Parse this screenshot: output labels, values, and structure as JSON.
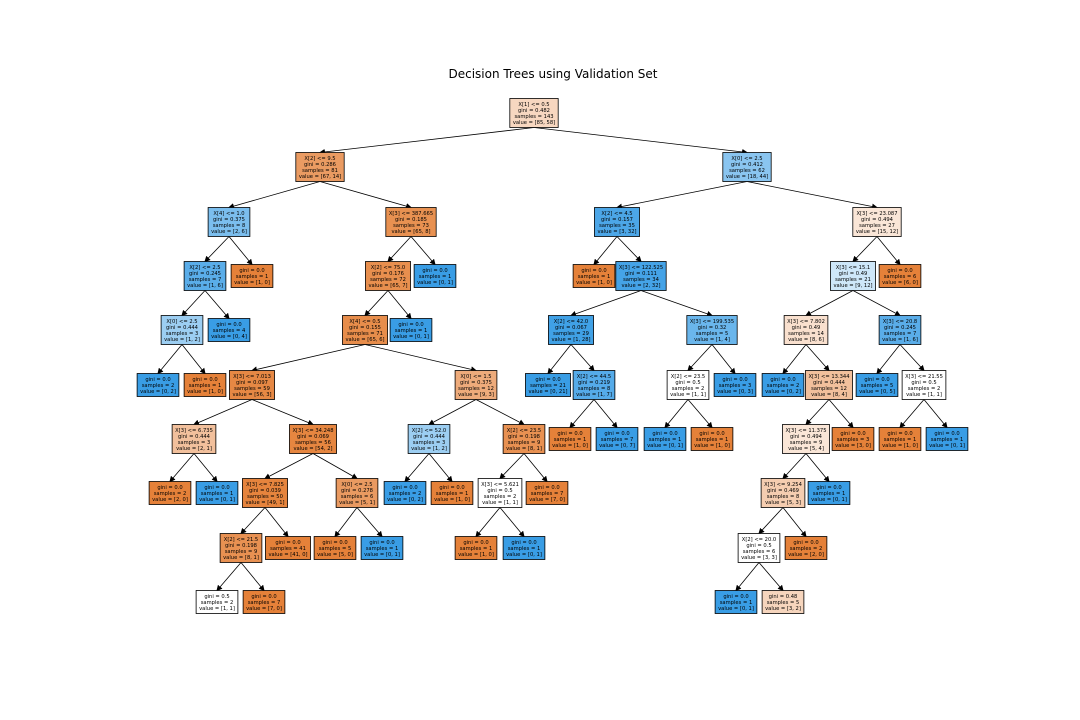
{
  "title": "Decision Trees using Validation Set",
  "colors": {
    "class0": "#e58139",
    "class1": "#399de5",
    "edge": "#000000",
    "node_border": "#000000"
  },
  "tree": {
    "nodes": [
      {
        "id": 0,
        "lines": [
          "X[1] <= 0.5",
          "gini = 0.482",
          "samples = 143",
          "value = [85, 58]"
        ],
        "value": [
          85,
          58
        ]
      },
      {
        "id": 1,
        "lines": [
          "X[2] <= 9.5",
          "gini = 0.286",
          "samples = 81",
          "value = [67, 14]"
        ],
        "value": [
          67,
          14
        ]
      },
      {
        "id": 2,
        "lines": [
          "X[4] <= 1.0",
          "gini = 0.375",
          "samples = 8",
          "value = [2, 6]"
        ],
        "value": [
          2,
          6
        ]
      },
      {
        "id": 3,
        "lines": [
          "X[2] <= 2.5",
          "gini = 0.245",
          "samples = 7",
          "value = [1, 6]"
        ],
        "value": [
          1,
          6
        ]
      },
      {
        "id": 4,
        "lines": [
          "X[0] <= 2.5",
          "gini = 0.444",
          "samples = 3",
          "value = [1, 2]"
        ],
        "value": [
          1,
          2
        ]
      },
      {
        "id": 5,
        "lines": [
          "gini = 0.0",
          "samples = 2",
          "value = [0, 2]"
        ],
        "value": [
          0,
          2
        ]
      },
      {
        "id": 6,
        "lines": [
          "gini = 0.0",
          "samples = 1",
          "value = [1, 0]"
        ],
        "value": [
          1,
          0
        ]
      },
      {
        "id": 7,
        "lines": [
          "gini = 0.0",
          "samples = 4",
          "value = [0, 4]"
        ],
        "value": [
          0,
          4
        ]
      },
      {
        "id": 8,
        "lines": [
          "gini = 0.0",
          "samples = 1",
          "value = [1, 0]"
        ],
        "value": [
          1,
          0
        ]
      },
      {
        "id": 9,
        "lines": [
          "X[3] <= 387.665",
          "gini = 0.185",
          "samples = 73",
          "value = [65, 8]"
        ],
        "value": [
          65,
          8
        ]
      },
      {
        "id": 10,
        "lines": [
          "X[2] <= 75.0",
          "gini = 0.176",
          "samples = 72",
          "value = [65, 7]"
        ],
        "value": [
          65,
          7
        ]
      },
      {
        "id": 11,
        "lines": [
          "X[4] <= 0.5",
          "gini = 0.155",
          "samples = 71",
          "value = [65, 6]"
        ],
        "value": [
          65,
          6
        ]
      },
      {
        "id": 12,
        "lines": [
          "X[3] <= 7.013",
          "gini = 0.097",
          "samples = 59",
          "value = [56, 3]"
        ],
        "value": [
          56,
          3
        ]
      },
      {
        "id": 13,
        "lines": [
          "X[3] <= 6.735",
          "gini = 0.444",
          "samples = 3",
          "value = [2, 1]"
        ],
        "value": [
          2,
          1
        ]
      },
      {
        "id": 14,
        "lines": [
          "gini = 0.0",
          "samples = 2",
          "value = [2, 0]"
        ],
        "value": [
          2,
          0
        ]
      },
      {
        "id": 15,
        "lines": [
          "gini = 0.0",
          "samples = 1",
          "value = [0, 1]"
        ],
        "value": [
          0,
          1
        ]
      },
      {
        "id": 16,
        "lines": [
          "X[3] <= 34.248",
          "gini = 0.069",
          "samples = 56",
          "value = [54, 2]"
        ],
        "value": [
          54,
          2
        ]
      },
      {
        "id": 17,
        "lines": [
          "X[3] <= 7.825",
          "gini = 0.039",
          "samples = 50",
          "value = [49, 1]"
        ],
        "value": [
          49,
          1
        ]
      },
      {
        "id": 18,
        "lines": [
          "X[2] <= 21.5",
          "gini = 0.198",
          "samples = 9",
          "value = [8, 1]"
        ],
        "value": [
          8,
          1
        ]
      },
      {
        "id": 19,
        "lines": [
          "gini = 0.5",
          "samples = 2",
          "value = [1, 1]"
        ],
        "value": [
          1,
          1
        ]
      },
      {
        "id": 20,
        "lines": [
          "gini = 0.0",
          "samples = 7",
          "value = [7, 0]"
        ],
        "value": [
          7,
          0
        ]
      },
      {
        "id": 21,
        "lines": [
          "gini = 0.0",
          "samples = 41",
          "value = [41, 0]"
        ],
        "value": [
          41,
          0
        ]
      },
      {
        "id": 22,
        "lines": [
          "X[0] <= 2.5",
          "gini = 0.278",
          "samples = 6",
          "value = [5, 1]"
        ],
        "value": [
          5,
          1
        ]
      },
      {
        "id": 23,
        "lines": [
          "gini = 0.0",
          "samples = 5",
          "value = [5, 0]"
        ],
        "value": [
          5,
          0
        ]
      },
      {
        "id": 24,
        "lines": [
          "gini = 0.0",
          "samples = 1",
          "value = [0, 1]"
        ],
        "value": [
          0,
          1
        ]
      },
      {
        "id": 25,
        "lines": [
          "X[0] <= 1.5",
          "gini = 0.375",
          "samples = 12",
          "value = [9, 3]"
        ],
        "value": [
          9,
          3
        ]
      },
      {
        "id": 26,
        "lines": [
          "X[2] <= 52.0",
          "gini = 0.444",
          "samples = 3",
          "value = [1, 2]"
        ],
        "value": [
          1,
          2
        ]
      },
      {
        "id": 27,
        "lines": [
          "gini = 0.0",
          "samples = 2",
          "value = [0, 2]"
        ],
        "value": [
          0,
          2
        ]
      },
      {
        "id": 28,
        "lines": [
          "gini = 0.0",
          "samples = 1",
          "value = [1, 0]"
        ],
        "value": [
          1,
          0
        ]
      },
      {
        "id": 29,
        "lines": [
          "X[2] <= 23.5",
          "gini = 0.198",
          "samples = 9",
          "value = [8, 1]"
        ],
        "value": [
          8,
          1
        ]
      },
      {
        "id": 30,
        "lines": [
          "X[3] <= 5.621",
          "gini = 0.5",
          "samples = 2",
          "value = [1, 1]"
        ],
        "value": [
          1,
          1
        ]
      },
      {
        "id": 31,
        "lines": [
          "gini = 0.0",
          "samples = 1",
          "value = [1, 0]"
        ],
        "value": [
          1,
          0
        ]
      },
      {
        "id": 32,
        "lines": [
          "gini = 0.0",
          "samples = 1",
          "value = [0, 1]"
        ],
        "value": [
          0,
          1
        ]
      },
      {
        "id": 33,
        "lines": [
          "gini = 0.0",
          "samples = 7",
          "value = [7, 0]"
        ],
        "value": [
          7,
          0
        ]
      },
      {
        "id": 34,
        "lines": [
          "gini = 0.0",
          "samples = 1",
          "value = [0, 1]"
        ],
        "value": [
          0,
          1
        ]
      },
      {
        "id": 35,
        "lines": [
          "gini = 0.0",
          "samples = 1",
          "value = [0, 1]"
        ],
        "value": [
          0,
          1
        ]
      },
      {
        "id": 36,
        "lines": [
          "X[0] <= 2.5",
          "gini = 0.412",
          "samples = 62",
          "value = [18, 44]"
        ],
        "value": [
          18,
          44
        ]
      },
      {
        "id": 37,
        "lines": [
          "X[2] <= 4.5",
          "gini = 0.157",
          "samples = 35",
          "value = [3, 32]"
        ],
        "value": [
          3,
          32
        ]
      },
      {
        "id": 38,
        "lines": [
          "gini = 0.0",
          "samples = 1",
          "value = [1, 0]"
        ],
        "value": [
          1,
          0
        ]
      },
      {
        "id": 39,
        "lines": [
          "X[3] <= 122.525",
          "gini = 0.111",
          "samples = 34",
          "value = [2, 32]"
        ],
        "value": [
          2,
          32
        ]
      },
      {
        "id": 40,
        "lines": [
          "X[2] <= 42.0",
          "gini = 0.067",
          "samples = 29",
          "value = [1, 28]"
        ],
        "value": [
          1,
          28
        ]
      },
      {
        "id": 41,
        "lines": [
          "gini = 0.0",
          "samples = 21",
          "value = [0, 21]"
        ],
        "value": [
          0,
          21
        ]
      },
      {
        "id": 42,
        "lines": [
          "X[2] <= 44.5",
          "gini = 0.219",
          "samples = 8",
          "value = [1, 7]"
        ],
        "value": [
          1,
          7
        ]
      },
      {
        "id": 43,
        "lines": [
          "gini = 0.0",
          "samples = 1",
          "value = [1, 0]"
        ],
        "value": [
          1,
          0
        ]
      },
      {
        "id": 44,
        "lines": [
          "gini = 0.0",
          "samples = 7",
          "value = [0, 7]"
        ],
        "value": [
          0,
          7
        ]
      },
      {
        "id": 45,
        "lines": [
          "X[3] <= 199.535",
          "gini = 0.32",
          "samples = 5",
          "value = [1, 4]"
        ],
        "value": [
          1,
          4
        ]
      },
      {
        "id": 46,
        "lines": [
          "X[2] <= 23.5",
          "gini = 0.5",
          "samples = 2",
          "value = [1, 1]"
        ],
        "value": [
          1,
          1
        ]
      },
      {
        "id": 47,
        "lines": [
          "gini = 0.0",
          "samples = 1",
          "value = [0, 1]"
        ],
        "value": [
          0,
          1
        ]
      },
      {
        "id": 48,
        "lines": [
          "gini = 0.0",
          "samples = 1",
          "value = [1, 0]"
        ],
        "value": [
          1,
          0
        ]
      },
      {
        "id": 49,
        "lines": [
          "gini = 0.0",
          "samples = 3",
          "value = [0, 3]"
        ],
        "value": [
          0,
          3
        ]
      },
      {
        "id": 50,
        "lines": [
          "X[3] <= 23.087",
          "gini = 0.494",
          "samples = 27",
          "value = [15, 12]"
        ],
        "value": [
          15,
          12
        ]
      },
      {
        "id": 51,
        "lines": [
          "X[3] <= 15.1",
          "gini = 0.49",
          "samples = 21",
          "value = [9, 12]"
        ],
        "value": [
          9,
          12
        ]
      },
      {
        "id": 52,
        "lines": [
          "X[3] <= 7.802",
          "gini = 0.49",
          "samples = 14",
          "value = [8, 6]"
        ],
        "value": [
          8,
          6
        ]
      },
      {
        "id": 53,
        "lines": [
          "gini = 0.0",
          "samples = 2",
          "value = [0, 2]"
        ],
        "value": [
          0,
          2
        ]
      },
      {
        "id": 54,
        "lines": [
          "X[3] <= 13.344",
          "gini = 0.444",
          "samples = 12",
          "value = [8, 4]"
        ],
        "value": [
          8,
          4
        ]
      },
      {
        "id": 55,
        "lines": [
          "X[3] <= 11.375",
          "gini = 0.494",
          "samples = 9",
          "value = [5, 4]"
        ],
        "value": [
          5,
          4
        ]
      },
      {
        "id": 56,
        "lines": [
          "X[3] <= 9.254",
          "gini = 0.469",
          "samples = 8",
          "value = [5, 3]"
        ],
        "value": [
          5,
          3
        ]
      },
      {
        "id": 57,
        "lines": [
          "X[2] <= 20.0",
          "gini = 0.5",
          "samples = 6",
          "value = [3, 3]"
        ],
        "value": [
          3,
          3
        ]
      },
      {
        "id": 58,
        "lines": [
          "gini = 0.0",
          "samples = 1",
          "value = [0, 1]"
        ],
        "value": [
          0,
          1
        ]
      },
      {
        "id": 59,
        "lines": [
          "gini = 0.48",
          "samples = 5",
          "value = [3, 2]"
        ],
        "value": [
          3,
          2
        ]
      },
      {
        "id": 60,
        "lines": [
          "gini = 0.0",
          "samples = 2",
          "value = [2, 0]"
        ],
        "value": [
          2,
          0
        ]
      },
      {
        "id": 61,
        "lines": [
          "gini = 0.0",
          "samples = 1",
          "value = [0, 1]"
        ],
        "value": [
          0,
          1
        ]
      },
      {
        "id": 62,
        "lines": [
          "gini = 0.0",
          "samples = 3",
          "value = [3, 0]"
        ],
        "value": [
          3,
          0
        ]
      },
      {
        "id": 63,
        "lines": [
          "X[3] <= 20.8",
          "gini = 0.245",
          "samples = 7",
          "value = [1, 6]"
        ],
        "value": [
          1,
          6
        ]
      },
      {
        "id": 64,
        "lines": [
          "gini = 0.0",
          "samples = 5",
          "value = [0, 5]"
        ],
        "value": [
          0,
          5
        ]
      },
      {
        "id": 65,
        "lines": [
          "X[3] <= 21.55",
          "gini = 0.5",
          "samples = 2",
          "value = [1, 1]"
        ],
        "value": [
          1,
          1
        ]
      },
      {
        "id": 66,
        "lines": [
          "gini = 0.0",
          "samples = 1",
          "value = [1, 0]"
        ],
        "value": [
          1,
          0
        ]
      },
      {
        "id": 67,
        "lines": [
          "gini = 0.0",
          "samples = 1",
          "value = [0, 1]"
        ],
        "value": [
          0,
          1
        ]
      },
      {
        "id": 68,
        "lines": [
          "gini = 0.0",
          "samples = 6",
          "value = [6, 0]"
        ],
        "value": [
          6,
          0
        ]
      }
    ],
    "edges": [
      [
        0,
        1
      ],
      [
        0,
        36
      ],
      [
        1,
        2
      ],
      [
        1,
        9
      ],
      [
        2,
        3
      ],
      [
        2,
        8
      ],
      [
        3,
        4
      ],
      [
        3,
        7
      ],
      [
        4,
        5
      ],
      [
        4,
        6
      ],
      [
        9,
        10
      ],
      [
        9,
        35
      ],
      [
        10,
        11
      ],
      [
        10,
        34
      ],
      [
        11,
        12
      ],
      [
        11,
        25
      ],
      [
        12,
        13
      ],
      [
        12,
        16
      ],
      [
        13,
        14
      ],
      [
        13,
        15
      ],
      [
        16,
        17
      ],
      [
        16,
        22
      ],
      [
        17,
        18
      ],
      [
        17,
        21
      ],
      [
        18,
        19
      ],
      [
        18,
        20
      ],
      [
        22,
        23
      ],
      [
        22,
        24
      ],
      [
        25,
        26
      ],
      [
        25,
        29
      ],
      [
        26,
        27
      ],
      [
        26,
        28
      ],
      [
        29,
        30
      ],
      [
        29,
        33
      ],
      [
        30,
        31
      ],
      [
        30,
        32
      ],
      [
        36,
        37
      ],
      [
        36,
        50
      ],
      [
        37,
        38
      ],
      [
        37,
        39
      ],
      [
        39,
        40
      ],
      [
        39,
        45
      ],
      [
        40,
        41
      ],
      [
        40,
        42
      ],
      [
        42,
        43
      ],
      [
        42,
        44
      ],
      [
        45,
        46
      ],
      [
        45,
        49
      ],
      [
        46,
        47
      ],
      [
        46,
        48
      ],
      [
        50,
        51
      ],
      [
        50,
        68
      ],
      [
        51,
        52
      ],
      [
        51,
        63
      ],
      [
        52,
        53
      ],
      [
        52,
        54
      ],
      [
        54,
        55
      ],
      [
        54,
        62
      ],
      [
        55,
        56
      ],
      [
        55,
        61
      ],
      [
        56,
        57
      ],
      [
        56,
        60
      ],
      [
        57,
        58
      ],
      [
        57,
        59
      ],
      [
        63,
        64
      ],
      [
        63,
        65
      ],
      [
        65,
        66
      ],
      [
        65,
        67
      ]
    ]
  }
}
